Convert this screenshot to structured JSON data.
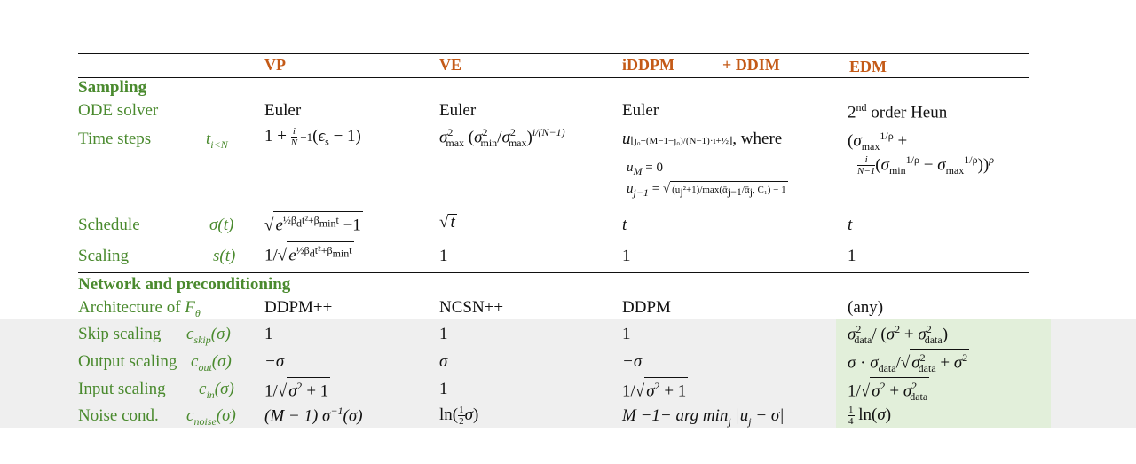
{
  "header": {
    "vp": "VP",
    "ve": "VE",
    "iddpm": "iDDPM",
    "ddim": "+ DDIM",
    "edm": "EDM"
  },
  "sections": {
    "sampling": "Sampling",
    "network": "Network and preconditioning"
  },
  "rows": {
    "ode_solver": {
      "label": "ODE solver",
      "vp": "Euler",
      "ve": "Euler",
      "iddpm": "Euler",
      "edm_sup": "nd",
      "edm_pre": "2",
      "edm_rest": " order Heun"
    },
    "time_steps": {
      "label": "Time steps",
      "symbol": "t",
      "symbol_sub": "i<N",
      "where": ", where"
    },
    "schedule": {
      "label": "Schedule",
      "symbol": "σ(t)",
      "iddpm": "t",
      "edm": "t"
    },
    "scaling": {
      "label": "Scaling",
      "symbol": "s(t)",
      "ve": "1",
      "iddpm": "1",
      "edm": "1"
    },
    "architecture": {
      "label": "Architecture of ",
      "symbol": "F",
      "symbol_sub": "θ",
      "vp": "DDPM++",
      "ve": "NCSN++",
      "iddpm": "DDPM",
      "edm": "(any)"
    },
    "skip": {
      "label": "Skip scaling",
      "symbol": "c",
      "symbol_sub": "skip",
      "symbol_tail": "(σ)",
      "vp": "1",
      "ve": "1",
      "iddpm": "1"
    },
    "output": {
      "label": "Output scaling",
      "symbol": "c",
      "symbol_sub": "out",
      "symbol_tail": "(σ)",
      "vp": "−σ",
      "ve": "σ",
      "iddpm": "−σ"
    },
    "input": {
      "label": "Input scaling",
      "symbol": "c",
      "symbol_sub": "in",
      "symbol_tail": "(σ)",
      "ve": "1"
    },
    "noise": {
      "label": "Noise cond.",
      "symbol": "c",
      "symbol_sub": "noise",
      "symbol_tail": "(σ)",
      "vp": "(M − 1) σ",
      "vp_sup": "−1",
      "vp_tail": "(σ)",
      "iddpm": "M −1− arg min",
      "iddpm_sub": "j",
      "iddpm_tail": " |u",
      "iddpm_tail2": " − σ|"
    }
  },
  "colors": {
    "header": "#c45a17",
    "section": "#4a8a2e",
    "band": "#efefef",
    "edm_band": "#e2efda"
  }
}
